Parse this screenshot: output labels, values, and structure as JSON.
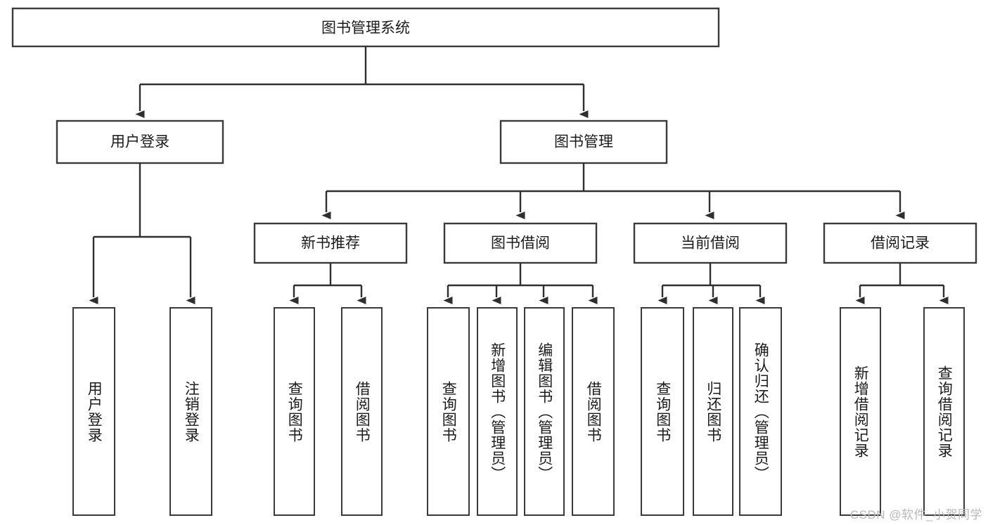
{
  "diagram": {
    "title": "图书管理系统",
    "type": "hierarchy-tree",
    "watermark": "CSDN @软件_小贺同学",
    "colors": {
      "background": "#ffffff",
      "box_fill": "#ffffff",
      "box_stroke": "#3a3a3a",
      "edge_stroke": "#2f2f2f",
      "text": "#1b1b1b",
      "watermark": "#b8b8b8"
    },
    "levels": {
      "root": {
        "label": "图书管理系统"
      },
      "level2": [
        {
          "label": "用户登录"
        },
        {
          "label": "图书管理"
        }
      ],
      "level3": [
        {
          "label": "新书推荐"
        },
        {
          "label": "图书借阅"
        },
        {
          "label": "当前借阅"
        },
        {
          "label": "借阅记录"
        }
      ],
      "leaves": {
        "user_login": [
          {
            "label": "用户登录"
          },
          {
            "label": "注销登录"
          }
        ],
        "new_book_recommend": [
          {
            "label": "查询图书"
          },
          {
            "label": "借阅图书"
          }
        ],
        "book_borrow": [
          {
            "label": "查询图书"
          },
          {
            "label": "新增图书（管理员）"
          },
          {
            "label": "编辑图书（管理员）"
          },
          {
            "label": "借阅图书"
          }
        ],
        "current_borrow": [
          {
            "label": "查询图书"
          },
          {
            "label": "归还图书"
          },
          {
            "label": "确认归还（管理员）"
          }
        ],
        "borrow_record": [
          {
            "label": "新增借阅记录"
          },
          {
            "label": "查询借阅记录"
          }
        ]
      }
    }
  }
}
